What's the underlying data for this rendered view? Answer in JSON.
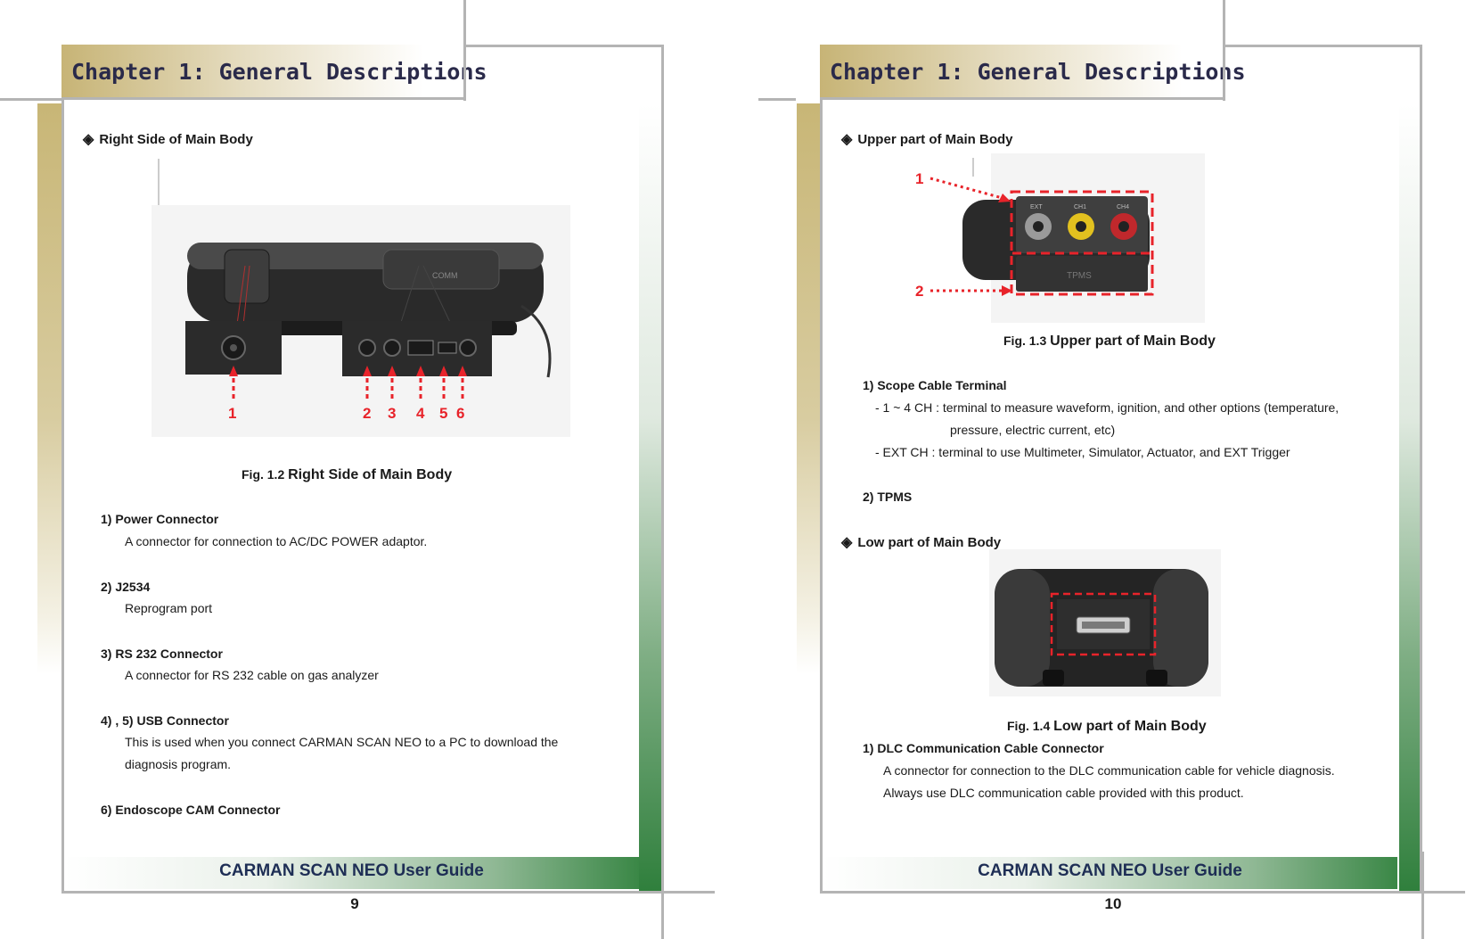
{
  "left_page": {
    "chapter_title": "Chapter 1: General Descriptions",
    "section": "Right Side of Main Body",
    "callouts": [
      "1",
      "2",
      "3",
      "4",
      "5",
      "6"
    ],
    "device_label": "COMM",
    "figure_caption_prefix": "Fig. 1.2",
    "figure_caption_title": "Right Side of Main Body",
    "items": [
      {
        "heading": "1)   Power Connector",
        "lines": [
          "A connector for connection to AC/DC POWER adaptor."
        ]
      },
      {
        "heading": "2)   J2534",
        "lines": [
          "Reprogram port"
        ]
      },
      {
        "heading": "3)   RS 232 Connector",
        "lines": [
          "A connector for RS 232 cable on gas analyzer"
        ]
      },
      {
        "heading": "4)   ,   5)    USB Connector",
        "lines": [
          "This is used when you connect CARMAN SCAN NEO to a PC to download the",
          "diagnosis program."
        ]
      },
      {
        "heading": "6)   Endoscope CAM Connector",
        "lines": []
      }
    ],
    "footer": "CARMAN SCAN NEO User Guide",
    "page_number": "9"
  },
  "right_page": {
    "chapter_title": "Chapter 1: General Descriptions",
    "section_upper": "Upper part of Main Body",
    "callouts_upper": [
      "1",
      "2"
    ],
    "device_labels": [
      "EXT",
      "CH1",
      "CH4",
      "TPMS"
    ],
    "fig13_prefix": "Fig. 1.3",
    "fig13_title": "Upper part of Main Body",
    "upper_items": [
      {
        "heading": "1)   Scope Cable Terminal",
        "lines": [
          "- 1 ~ 4 CH : terminal to measure waveform, ignition, and other options (temperature,",
          "pressure, electric current, etc)",
          "- EXT CH : terminal to use Multimeter, Simulator, Actuator, and EXT Trigger"
        ]
      },
      {
        "heading": "2)   TPMS",
        "lines": []
      }
    ],
    "section_low": "Low part of Main Body",
    "fig14_prefix": "Fig. 1.4",
    "fig14_title": "Low part of Main Body",
    "low_items": [
      {
        "heading": "1)   DLC Communication Cable Connector",
        "lines": [
          "A connector for connection to the DLC communication cable for vehicle diagnosis.",
          "Always use DLC communication cable provided with this product."
        ]
      }
    ],
    "footer": "CARMAN SCAN NEO User Guide",
    "page_number": "10"
  },
  "colors": {
    "callout_red": "#e8232a",
    "title_navy": "#2a2a4a",
    "gold": "#c7b476",
    "green": "#2f7f3c"
  }
}
